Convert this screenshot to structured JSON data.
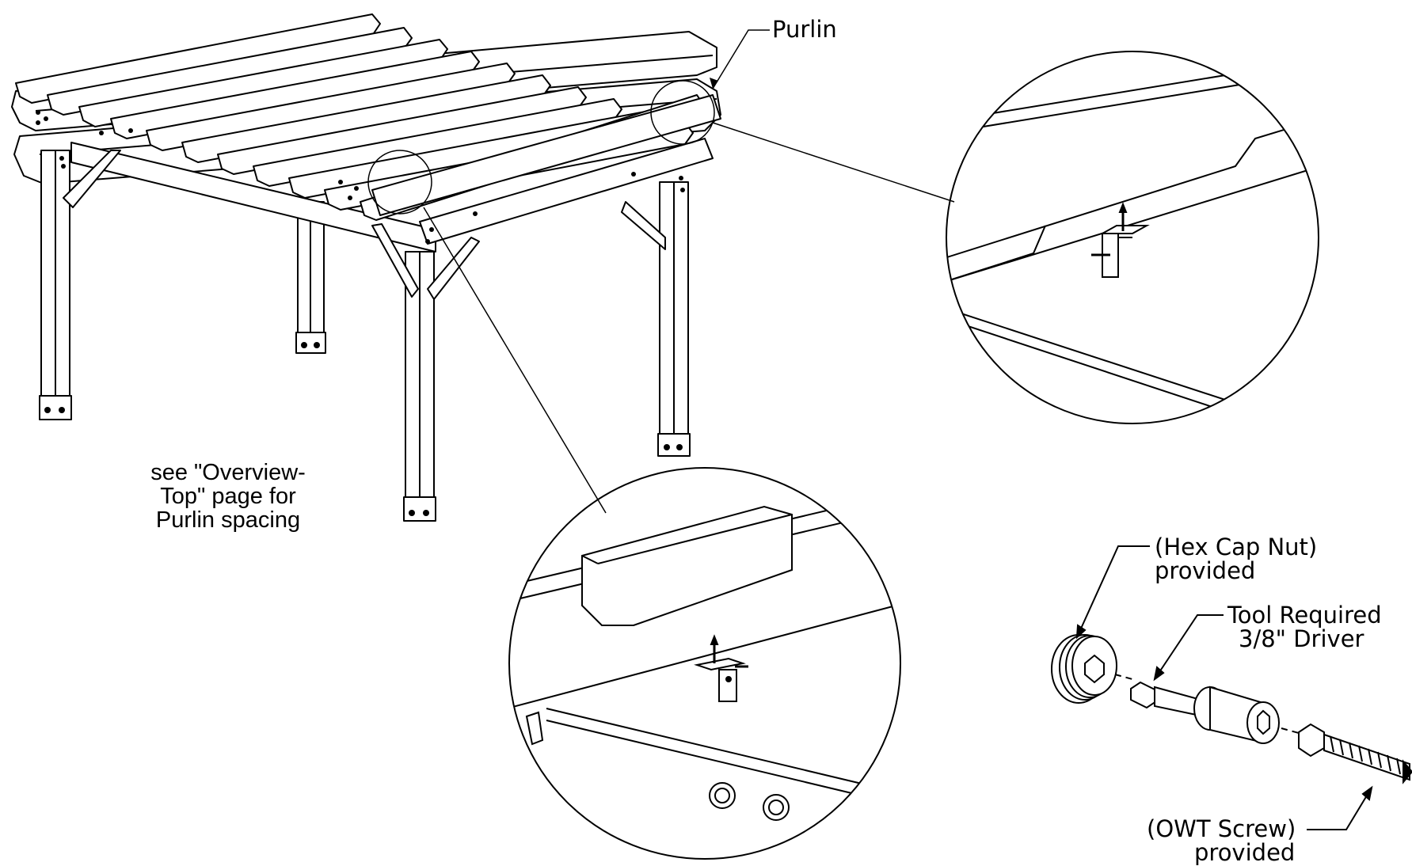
{
  "labels": {
    "purlin": "Purlin",
    "hex_cap_nut": [
      "(Hex Cap Nut)",
      "provided"
    ],
    "tool_required": [
      "Tool Required",
      "3/8\" Driver"
    ],
    "owt_screw": [
      "(OWT Screw)",
      "provided"
    ]
  },
  "note": [
    "see \"Overview-",
    "Top\" page for",
    "Purlin spacing"
  ],
  "colors": {
    "ink": "#000000",
    "paper": "#ffffff",
    "fastener": "#111111"
  }
}
